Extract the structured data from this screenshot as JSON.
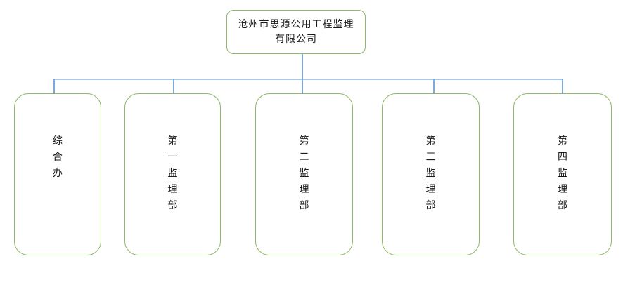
{
  "org_chart": {
    "title_node": {
      "label": "沧州市思源公用工程监理\n有限公司"
    },
    "departments": [
      {
        "label": "综合办"
      },
      {
        "label": "第一监理部"
      },
      {
        "label": "第二监理部"
      },
      {
        "label": "第三监理部"
      },
      {
        "label": "第四监理部"
      }
    ],
    "colors": {
      "node_border": "#8cb965",
      "connector_horizontal": "#a9c9ea",
      "connector_vertical": "#7fa9da",
      "text": "#1a1a1a",
      "background": "#ffffff"
    }
  }
}
